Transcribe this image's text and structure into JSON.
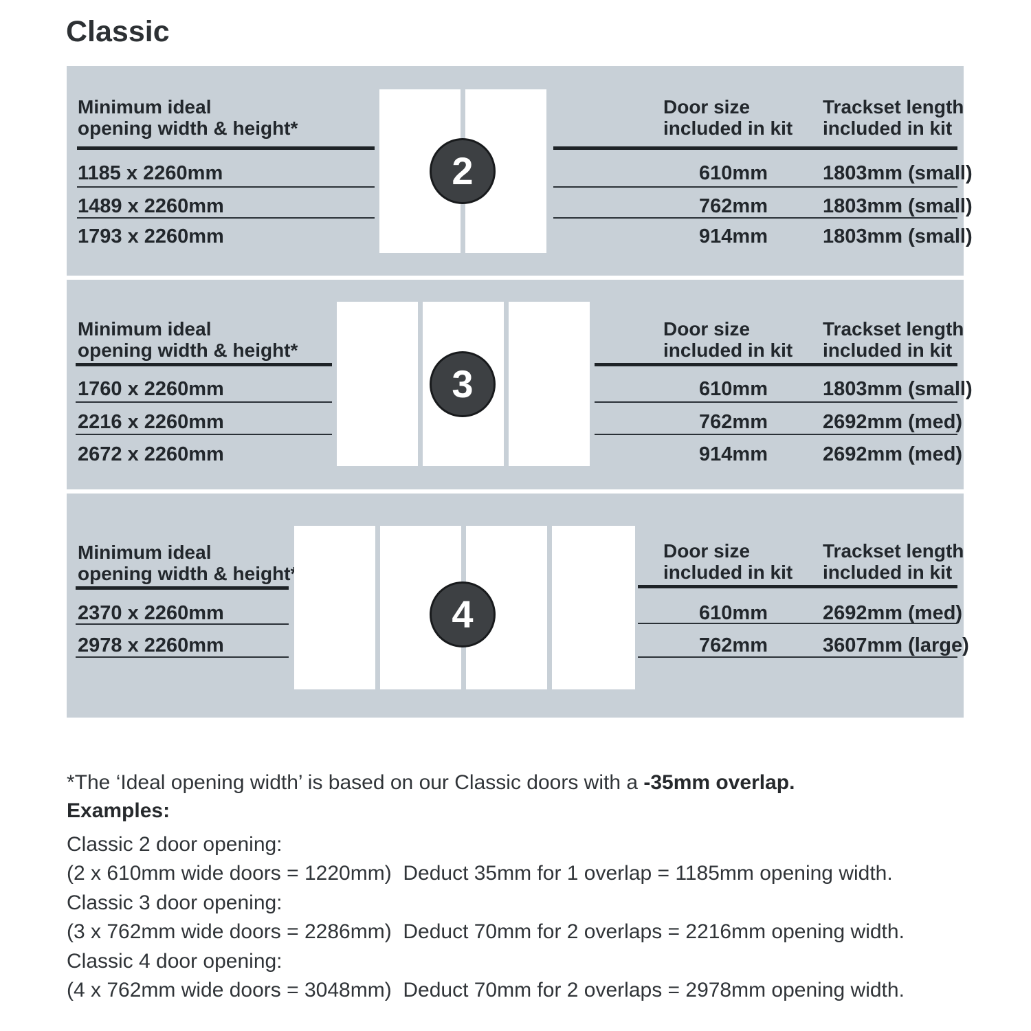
{
  "page": {
    "title": "Classic",
    "footnote_prefix": "*The ‘Ideal opening width’ is based on our Classic doors with a ",
    "footnote_bold": "-35mm overlap.",
    "examples_heading": "Examples:",
    "examples": [
      {
        "label": "Classic 2 door opening:",
        "detail": "(2 x 610mm wide doors = 1220mm)  Deduct 35mm for 1 overlap = 1185mm opening width."
      },
      {
        "label": "Classic 3 door opening:",
        "detail": "(3 x 762mm wide doors = 2286mm)  Deduct 70mm for 2 overlaps = 2216mm opening width."
      },
      {
        "label": "Classic 4 door opening:",
        "detail": "(4 x 762mm wide doors = 3048mm)  Deduct 70mm for 2 overlaps = 2978mm opening width."
      }
    ]
  },
  "columns": {
    "opening_line1": "Minimum ideal",
    "opening_line2": "opening width & height*",
    "door_line1": "Door size",
    "door_line2": "included in kit",
    "track_line1": "Trackset length",
    "track_line2": "included in kit"
  },
  "sections": [
    {
      "door_count": "2",
      "rows": [
        {
          "opening": "1185 x 2260mm",
          "door": "610mm",
          "track": "1803mm (small)"
        },
        {
          "opening": "1489 x 2260mm",
          "door": "762mm",
          "track": "1803mm (small)"
        },
        {
          "opening": "1793 x 2260mm",
          "door": "914mm",
          "track": "1803mm (small)"
        }
      ]
    },
    {
      "door_count": "3",
      "rows": [
        {
          "opening": "1760 x 2260mm",
          "door": "610mm",
          "track": "1803mm (small)"
        },
        {
          "opening": "2216 x 2260mm",
          "door": "762mm",
          "track": "2692mm (med)"
        },
        {
          "opening": "2672 x 2260mm",
          "door": "914mm",
          "track": "2692mm (med)"
        }
      ]
    },
    {
      "door_count": "4",
      "rows": [
        {
          "opening": "2370 x 2260mm",
          "door": "610mm",
          "track": "2692mm (med)"
        },
        {
          "opening": "2978 x 2260mm",
          "door": "762mm",
          "track": "3607mm (large)"
        }
      ]
    }
  ],
  "colors": {
    "panel_bg": "#c8d0d7",
    "badge_bg": "#3d4043",
    "door_fill": "#ffffff",
    "text_dark": "#22272c"
  }
}
